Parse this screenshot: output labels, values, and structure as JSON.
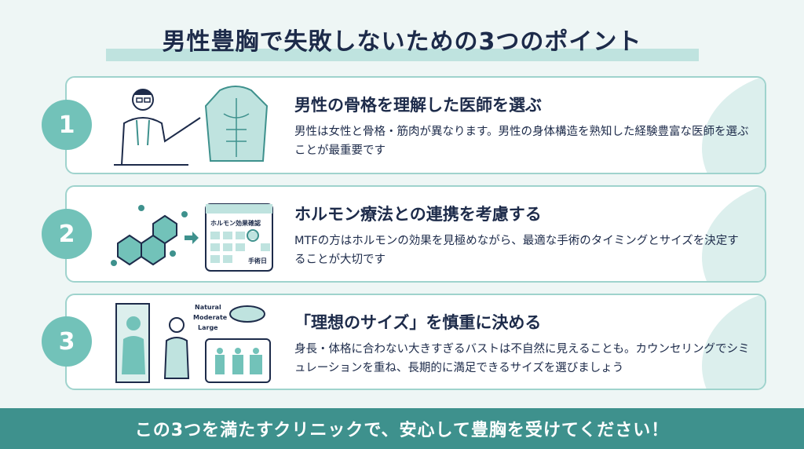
{
  "title": "男性豊胸で失敗しないための3つのポイント",
  "points": [
    {
      "number": "1",
      "heading": "男性の骨格を理解した医師を選ぶ",
      "body": "男性は女性と骨格・筋肉が異なります。男性の身体構造を熟知した経験豊富な医師を選ぶことが最重要です"
    },
    {
      "number": "2",
      "heading": "ホルモン療法との連携を考慮する",
      "body": "MTFの方はホルモンの効果を見極めながら、最適な手術のタイミングとサイズを決定することが大切です",
      "calendar_title": "ホルモン効果確認",
      "calendar_marker": "手術日"
    },
    {
      "number": "3",
      "heading": "「理想のサイズ」を慎重に決める",
      "body": "身長・体格に合わない大きすぎるバストは不自然に見えることも。カウンセリングでシミュレーションを重ね、長期的に満足できるサイズを選びましょう",
      "size_labels": [
        "Natural",
        "Moderate",
        "Large"
      ]
    }
  ],
  "banner": "この3つを満たすクリニックで、安心して豊胸を受けてください！",
  "colors": {
    "accent": "#3e918d",
    "circle": "#72c2b9",
    "text": "#1d2b4a"
  }
}
